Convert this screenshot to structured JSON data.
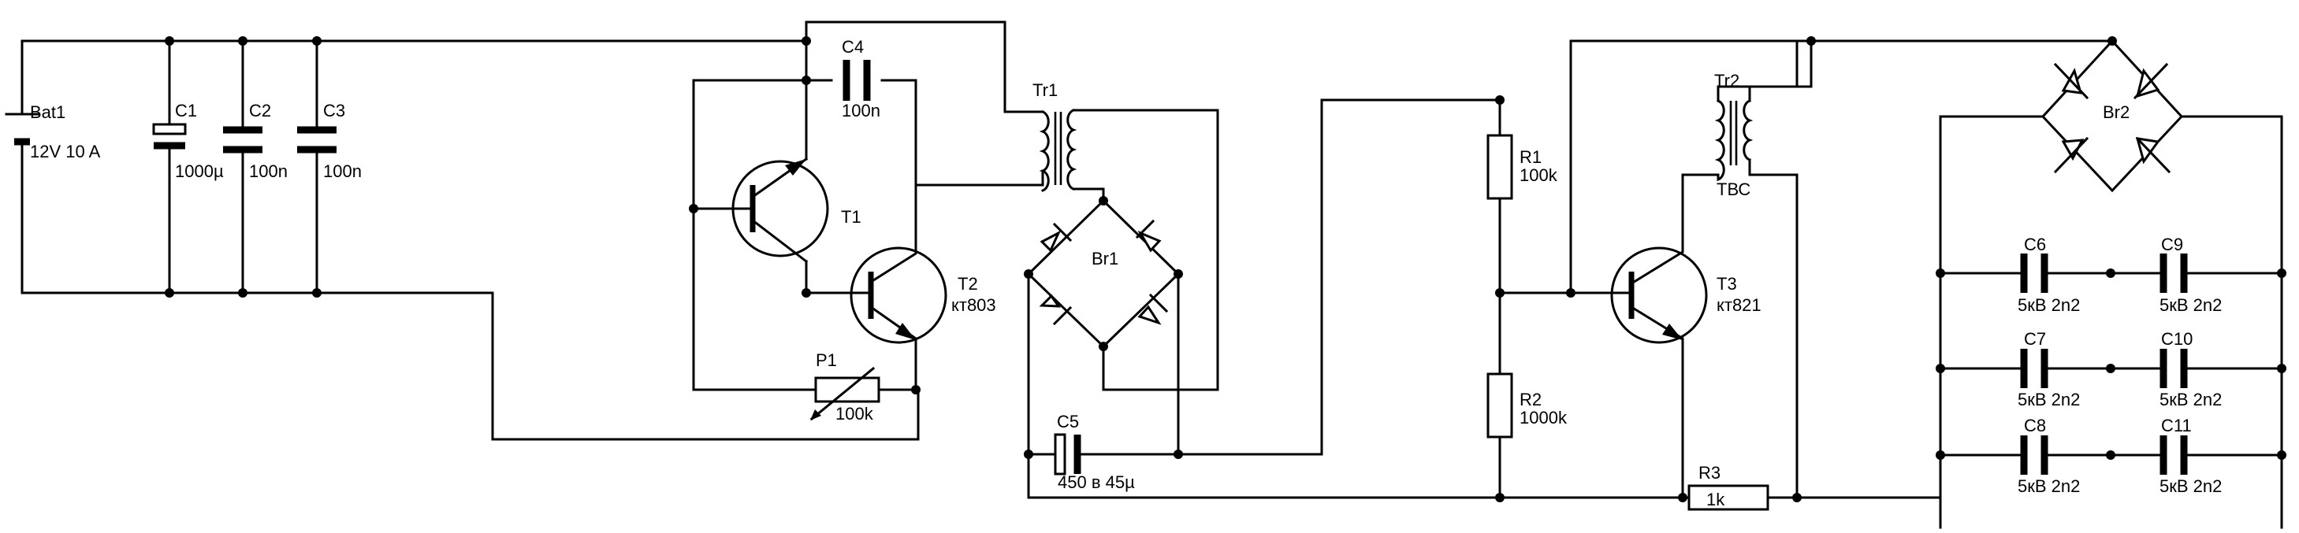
{
  "components": {
    "bat1": {
      "ref": "Bat1",
      "value": "12V 10 A"
    },
    "c1": {
      "ref": "C1",
      "value": "1000µ"
    },
    "c2": {
      "ref": "C2",
      "value": "100n"
    },
    "c3": {
      "ref": "C3",
      "value": "100n"
    },
    "c4": {
      "ref": "C4",
      "value": "100n"
    },
    "t1": {
      "ref": "T1"
    },
    "t2": {
      "ref": "T2",
      "value": "кт803"
    },
    "p1": {
      "ref": "P1",
      "value": "100k"
    },
    "tr1": {
      "ref": "Tr1"
    },
    "br1": {
      "ref": "Br1"
    },
    "c5": {
      "ref": "C5",
      "value": "450 в 45µ"
    },
    "r1": {
      "ref": "R1",
      "value": "100k"
    },
    "r2": {
      "ref": "R2",
      "value": "1000k"
    },
    "tr2": {
      "ref": "Tr2",
      "value": "ТВС"
    },
    "t3": {
      "ref": "T3",
      "value": "кт821"
    },
    "r3": {
      "ref": "R3",
      "value": "1k"
    },
    "br2": {
      "ref": "Br2"
    },
    "c6": {
      "ref": "C6",
      "value": "5кВ 2n2"
    },
    "c7": {
      "ref": "C7",
      "value": "5кВ 2n2"
    },
    "c8": {
      "ref": "C8",
      "value": "5кВ 2n2"
    },
    "c9": {
      "ref": "C9",
      "value": "5кВ 2n2"
    },
    "c10": {
      "ref": "C10",
      "value": "5кВ 2n2"
    },
    "c11": {
      "ref": "C11",
      "value": "5кВ 2n2"
    }
  }
}
